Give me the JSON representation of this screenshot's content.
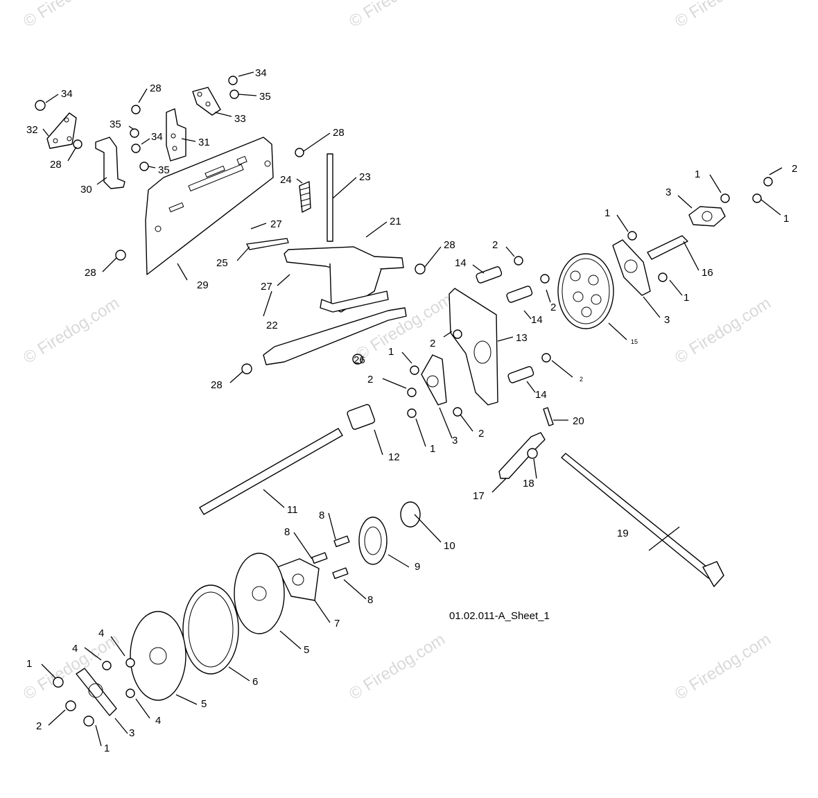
{
  "sheet_label": "01.02.011-A_Sheet_1",
  "watermark_text": "© Firedog.com",
  "callouts": {
    "c1": "1",
    "c2": "2",
    "c3": "3",
    "c4": "4",
    "c5": "5",
    "c6": "6",
    "c7": "7",
    "c8": "8",
    "c9": "9",
    "c10": "10",
    "c11": "11",
    "c12": "12",
    "c13": "13",
    "c14": "14",
    "c15": "15",
    "c16": "16",
    "c17": "17",
    "c18": "18",
    "c19": "19",
    "c20": "20",
    "c21": "21",
    "c22": "22",
    "c23": "23",
    "c24": "24",
    "c25": "25",
    "c26": "26",
    "c27": "27",
    "c28": "28",
    "c29": "29",
    "c30": "30",
    "c31": "31",
    "c32": "32",
    "c33": "33",
    "c34": "34",
    "c35": "35"
  },
  "colors": {
    "line": "#000000",
    "watermark": "#d9d9d9",
    "background": "#ffffff"
  }
}
